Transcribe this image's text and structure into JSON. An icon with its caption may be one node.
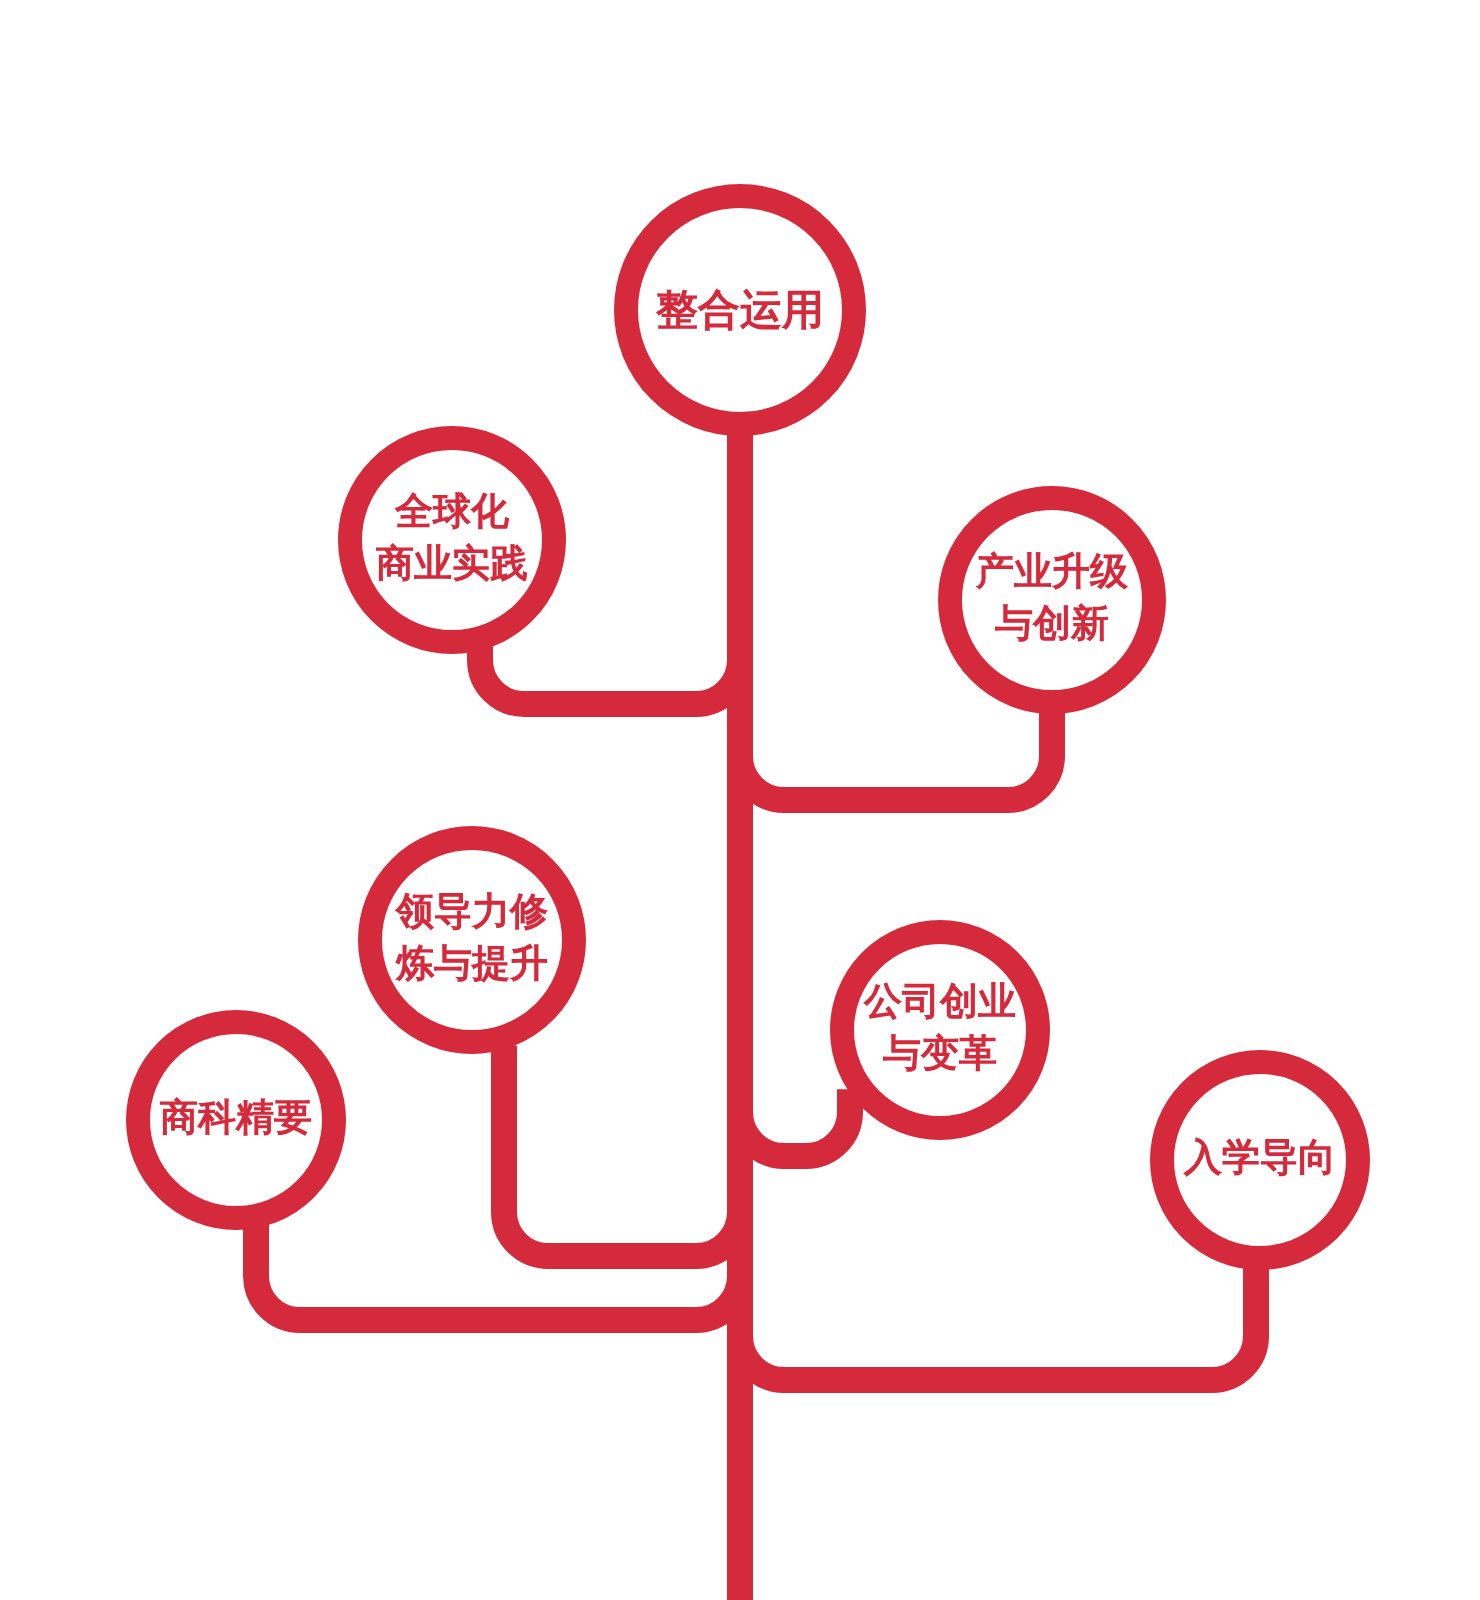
{
  "diagram": {
    "nodes": [
      {
        "text": [
          "整合运用"
        ]
      },
      {
        "text": [
          "全球化商业实践"
        ]
      },
      {
        "text": [
          "产业升级与创新"
        ]
      },
      {
        "text": [
          "领导力修炼与提升"
        ]
      },
      {
        "text": [
          "公司创业与变革"
        ]
      },
      {
        "text": [
          "商科精要"
        ]
      },
      {
        "text": [
          "入学导向"
        ]
      }
    ],
    "edges": [
      {
        "from": null,
        "to": 0,
        "arrow": "none"
      },
      {
        "from": 1,
        "to": 0,
        "arrow": "none"
      },
      {
        "from": 2,
        "to": 0,
        "arrow": "none"
      },
      {
        "from": 3,
        "to": 0,
        "arrow": "none"
      },
      {
        "from": 4,
        "to": 0,
        "arrow": "none"
      },
      {
        "from": 5,
        "to": 0,
        "arrow": "none"
      },
      {
        "from": 6,
        "to": 0,
        "arrow": "none"
      }
    ]
  }
}
